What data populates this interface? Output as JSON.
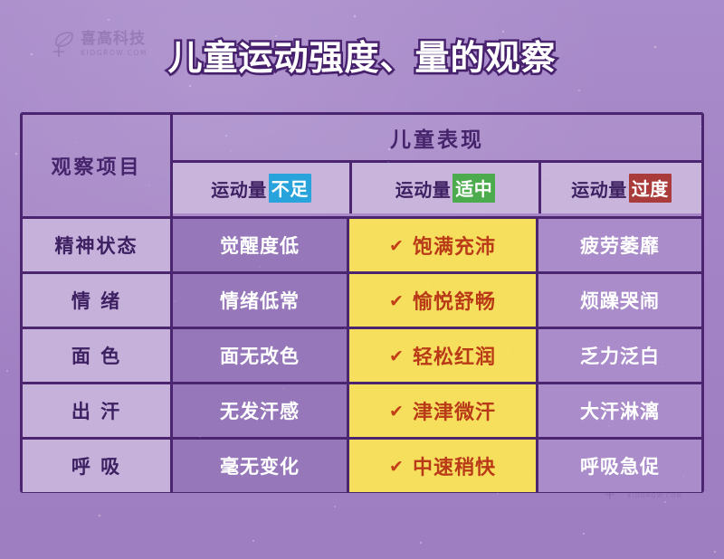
{
  "title": "儿童运动强度、量的观察",
  "watermark": {
    "cn": "喜高科技",
    "en": "KIDGROW.COM",
    "icon": "leaf-logo-icon"
  },
  "colors": {
    "page_background": "#a484c6",
    "table_border": "#4b2570",
    "col_item_bg": "#c6b1da",
    "col_low_bg": "#9678ba",
    "col_moderate_bg": "#f7df5e",
    "col_excess_bg": "#a98cc9",
    "header_sub_bg": "#c9b5dc",
    "highlight_low": "#29a3dc",
    "highlight_moderate": "#4cab4c",
    "highlight_excess": "#a93b3b",
    "moderate_text": "#b93a17",
    "check_color": "#c33f17",
    "heading_text": "#46246c",
    "title_text": "#ffffff",
    "title_outline": "#4a2370"
  },
  "table": {
    "corner_header": "观察项目",
    "group_header": "儿童表现",
    "columns": [
      {
        "prefix": "运动量",
        "highlight": "不足",
        "highlight_color": "#29a3dc",
        "key": "low"
      },
      {
        "prefix": "运动量",
        "highlight": "适中",
        "highlight_color": "#4cab4c",
        "key": "moderate"
      },
      {
        "prefix": "运动量",
        "highlight": "过度",
        "highlight_color": "#a93b3b",
        "key": "excess"
      }
    ],
    "check_glyph": "✔",
    "rows": [
      {
        "item": "精神状态",
        "low": "觉醒度低",
        "moderate": "饱满充沛",
        "excess": "疲劳萎靡"
      },
      {
        "item": "情 绪",
        "low": "情绪低常",
        "moderate": "愉悦舒畅",
        "excess": "烦躁哭闹"
      },
      {
        "item": "面 色",
        "low": "面无改色",
        "moderate": "轻松红润",
        "excess": "乏力泛白"
      },
      {
        "item": "出 汗",
        "low": "无发汗感",
        "moderate": "津津微汗",
        "excess": "大汗淋漓"
      },
      {
        "item": "呼 吸",
        "low": "毫无变化",
        "moderate": "中速稍快",
        "excess": "呼吸急促"
      }
    ]
  }
}
